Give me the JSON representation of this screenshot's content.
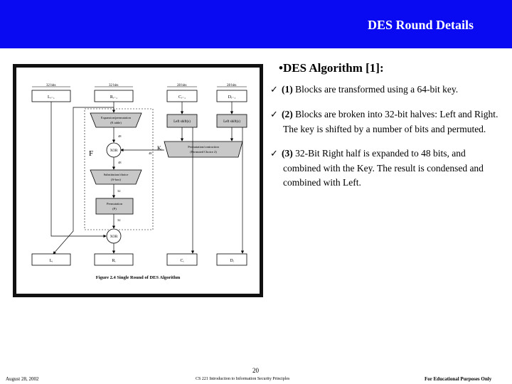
{
  "header": {
    "title": "DES Round Details",
    "bg_color": "#0a0af2"
  },
  "figure": {
    "bit_labels": [
      "32 bits",
      "32 bits",
      "28 bits",
      "28 bits"
    ],
    "top_boxes": [
      "Lᵢ₋₁",
      "Rᵢ₋₁",
      "Cᵢ₋₁",
      "Dᵢ₋₁"
    ],
    "expansion": "Expansion/permutation",
    "expansion_sub": "(E table)",
    "left_shift_1": "Left shift(s)",
    "left_shift_2": "Left shift(s)",
    "xor_label": "XOR",
    "f_label": "F",
    "key_label": "Kᵢ",
    "pc_label": "Permutation/contraction",
    "pc_sub": "(Permuted Choice 2)",
    "n48a": "48",
    "n48b": "48",
    "n48c": "48",
    "sbox_label": "Substitution/choice",
    "sbox_sub": "(S-box)",
    "n32": "32",
    "perm_label": "Permutation",
    "perm_sub": "(P)",
    "n32b": "32",
    "xor2_label": "XOR",
    "bottom_boxes": [
      "Lᵢ",
      "Rᵢ",
      "Cᵢ",
      "Dᵢ"
    ],
    "caption": "Figure 2.4  Single Round of DES Algorithm"
  },
  "bullets": {
    "main": "•DES Algorithm [1]:",
    "points": [
      {
        "check": "✓",
        "num": "(1)",
        "text": " Blocks are transformed using a 64-bit key."
      },
      {
        "check": "✓",
        "num": "(2)",
        "text": " Blocks are broken into 32-bit halves: Left and Right.  The key is shifted by a number of bits and permuted."
      },
      {
        "check": "✓",
        "num": "(3)",
        "text": " 32-Bit Right half is expanded to 48 bits, and combined with the Key.  The result is condensed and combined with Left."
      }
    ]
  },
  "footer": {
    "date": "August 28, 2002",
    "page": "20",
    "course": "CS 221 Introduction to Information Security Principles",
    "edu": "For Educational Purposes Only"
  }
}
